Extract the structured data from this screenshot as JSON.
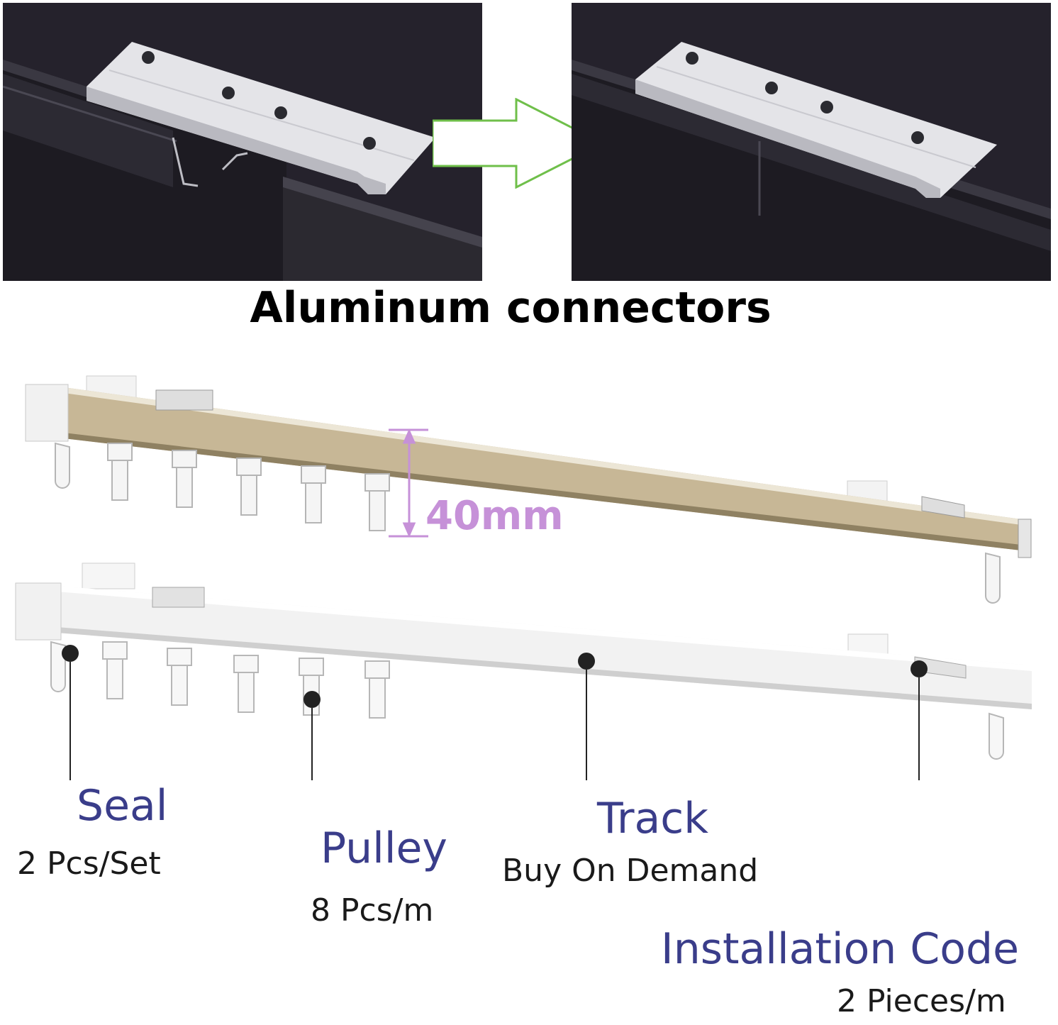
{
  "heading": "Aluminum connectors",
  "dimension": {
    "text": "40mm",
    "color": "#c691d8"
  },
  "colors": {
    "photo_bg": "#25222c",
    "arrow": "#6fbf4a",
    "rail_gold": "#c7b796",
    "rail_white": "#f2f2f2",
    "part_name": "#3a3d8a"
  },
  "parts": [
    {
      "name": "Seal",
      "quantity": "2 Pcs/Set"
    },
    {
      "name": "Pulley",
      "quantity": "8 Pcs/m"
    },
    {
      "name": "Track",
      "quantity": "Buy On Demand"
    },
    {
      "name": "Installation Code",
      "quantity": "2 Pieces/m"
    }
  ],
  "icons": [
    "green-arrow-icon"
  ]
}
